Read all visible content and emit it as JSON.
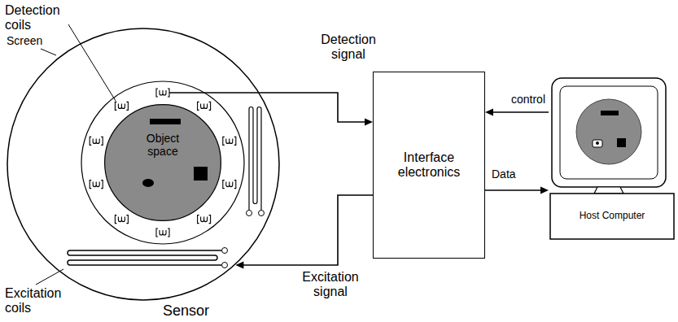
{
  "diagram": {
    "nodes": [
      {
        "text": [
          "Sensor"
        ]
      },
      {
        "text": [
          "Object space"
        ],
        "in": 0
      },
      {
        "text": [
          "Interface electronics"
        ]
      },
      {
        "text": [
          "Host Computer"
        ]
      }
    ],
    "edges": [
      {
        "from": 0,
        "to": 2,
        "arrow": "to",
        "label": "Detection signal"
      },
      {
        "from": 2,
        "to": 0,
        "arrow": "to",
        "label": "Excitation signal"
      },
      {
        "from": 3,
        "to": 2,
        "arrow": "to",
        "label": "control"
      },
      {
        "from": 2,
        "to": 3,
        "arrow": "to",
        "label": "Data"
      }
    ],
    "labels": [
      "Detection coils",
      "Screen",
      "Excitation coils"
    ]
  }
}
